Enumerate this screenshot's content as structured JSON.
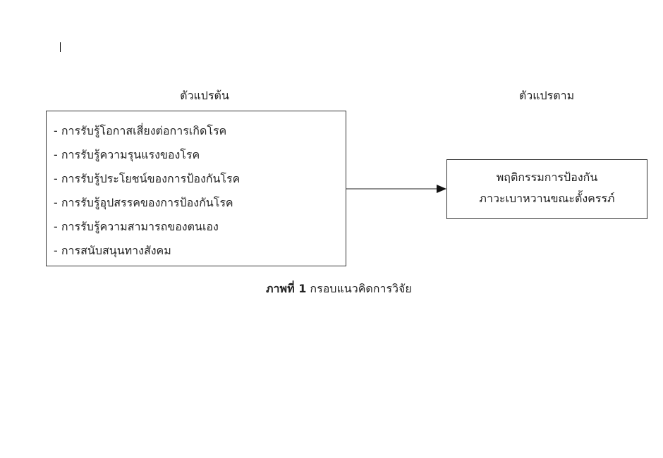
{
  "headings": {
    "independent": "ตัวแปรต้น",
    "dependent": "ตัวแปรตาม"
  },
  "independent_variables": [
    "- การรับรู้โอกาสเสี่ยงต่อการเกิดโรค",
    "- การรับรู้ความรุนแรงของโรค",
    "- การรับรู้ประโยชน์ของการป้องกันโรค",
    "- การรับรู้อุปสรรคของการป้องกันโรค",
    "- การรับรู้ความสามารถของตนเอง",
    "- การสนับสนุนทางสังคม"
  ],
  "dependent_variable": [
    "พฤติกรรมการป้องกัน",
    "ภาวะเบาหวานขณะตั้งครรภ์"
  ],
  "caption": {
    "label": "ภาพที่ 1",
    "text": " กรอบแนวคิดการวิจัย"
  }
}
